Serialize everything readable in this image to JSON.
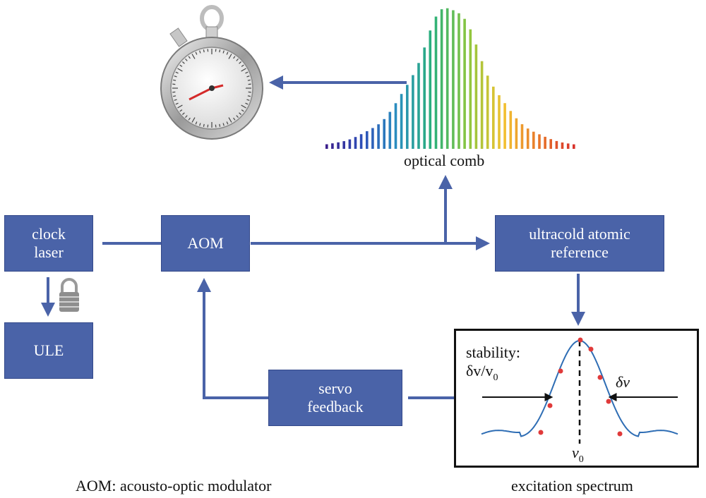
{
  "boxes": {
    "clock_laser": "clock\nlaser",
    "aom": "AOM",
    "ule": "ULE",
    "ultracold": "ultracold atomic\nreference",
    "servo": "servo\nfeedback"
  },
  "labels": {
    "optical_comb": "optical comb",
    "aom_legend": "AOM: acousto-optic modulator",
    "excitation_spectrum": "excitation spectrum"
  },
  "spectrum": {
    "stability_label": "stability:",
    "stability_ratio_num": "δv/v",
    "stability_ratio_sub": "0",
    "linewidth": "δv",
    "center_main": "v",
    "center_sub": "0"
  },
  "icons": {
    "stopwatch": "stopwatch-icon",
    "lock": "padlock-icon"
  },
  "colors": {
    "box_fill": "#4a63a8",
    "arrow": "#4a63a8",
    "curve": "#2e6db4",
    "data_points": "#e03a3a",
    "comb_gradient": [
      "#3b1f8c",
      "#2e4fb8",
      "#2a8fbf",
      "#2ab07a",
      "#8cc63f",
      "#f2c230",
      "#e8782a",
      "#d8322a"
    ]
  }
}
